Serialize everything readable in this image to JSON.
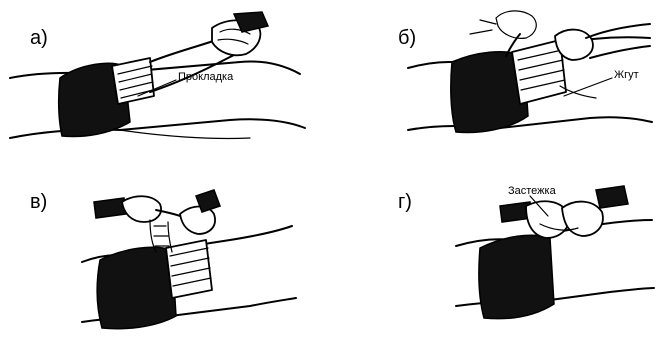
{
  "figure": {
    "panels": [
      {
        "label": "а)",
        "callout": "Прокладка"
      },
      {
        "label": "б)",
        "callout": "Жгут"
      },
      {
        "label": "в)",
        "callout": ""
      },
      {
        "label": "г)",
        "callout": "Застежка"
      }
    ]
  }
}
